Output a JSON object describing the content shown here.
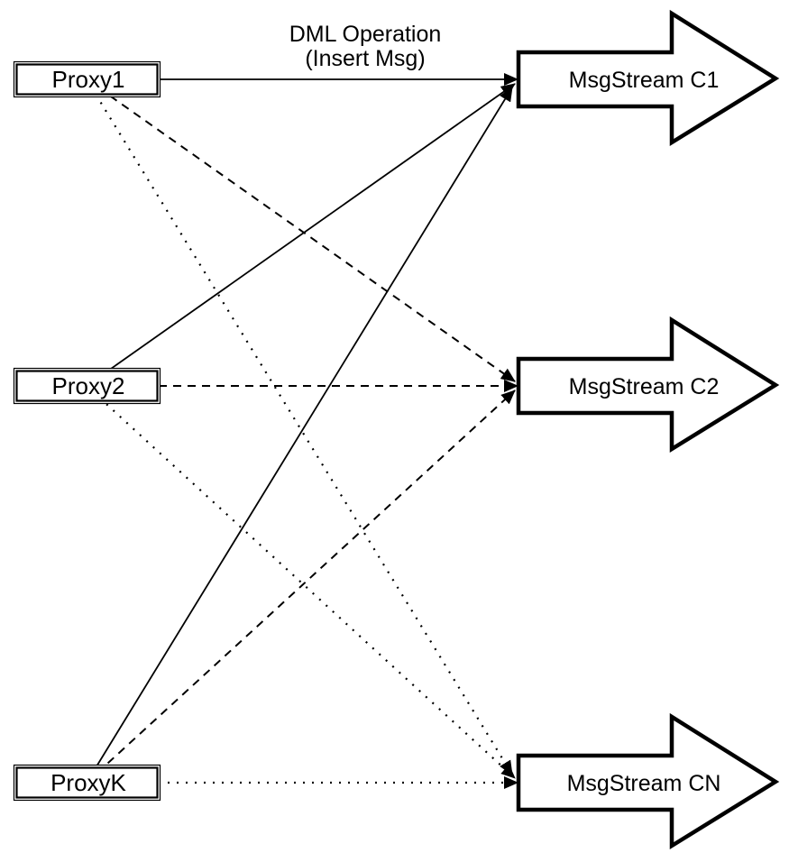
{
  "diagram": {
    "title_caption": {
      "line1": "DML Operation",
      "line2": "(Insert Msg)"
    },
    "colors": {
      "background": "#ffffff",
      "stroke": "#000000",
      "fill": "#ffffff",
      "text": "#000000"
    },
    "proxies": [
      {
        "id": "proxy1",
        "label": "Proxy1"
      },
      {
        "id": "proxy2",
        "label": "Proxy2"
      },
      {
        "id": "proxyk",
        "label": "ProxyK"
      }
    ],
    "streams": [
      {
        "id": "c1",
        "label": "MsgStream C1",
        "incoming_line_style": "solid"
      },
      {
        "id": "c2",
        "label": "MsgStream C2",
        "incoming_line_style": "dashed"
      },
      {
        "id": "cn",
        "label": "MsgStream CN",
        "incoming_line_style": "dotted"
      }
    ],
    "edges": [
      {
        "from": "Proxy1",
        "to": "MsgStream C1",
        "style": "solid",
        "arrowhead": "filled-black"
      },
      {
        "from": "Proxy2",
        "to": "MsgStream C1",
        "style": "solid",
        "arrowhead": "filled-black"
      },
      {
        "from": "ProxyK",
        "to": "MsgStream C1",
        "style": "solid",
        "arrowhead": "filled-black"
      },
      {
        "from": "Proxy1",
        "to": "MsgStream C2",
        "style": "dashed",
        "arrowhead": "filled-black"
      },
      {
        "from": "Proxy2",
        "to": "MsgStream C2",
        "style": "dashed",
        "arrowhead": "filled-black"
      },
      {
        "from": "ProxyK",
        "to": "MsgStream C2",
        "style": "dashed",
        "arrowhead": "filled-black"
      },
      {
        "from": "Proxy1",
        "to": "MsgStream CN",
        "style": "dotted",
        "arrowhead": "filled-black"
      },
      {
        "from": "Proxy2",
        "to": "MsgStream CN",
        "style": "dotted",
        "arrowhead": "filled-black"
      },
      {
        "from": "ProxyK",
        "to": "MsgStream CN",
        "style": "dotted",
        "arrowhead": "filled-black"
      }
    ]
  }
}
